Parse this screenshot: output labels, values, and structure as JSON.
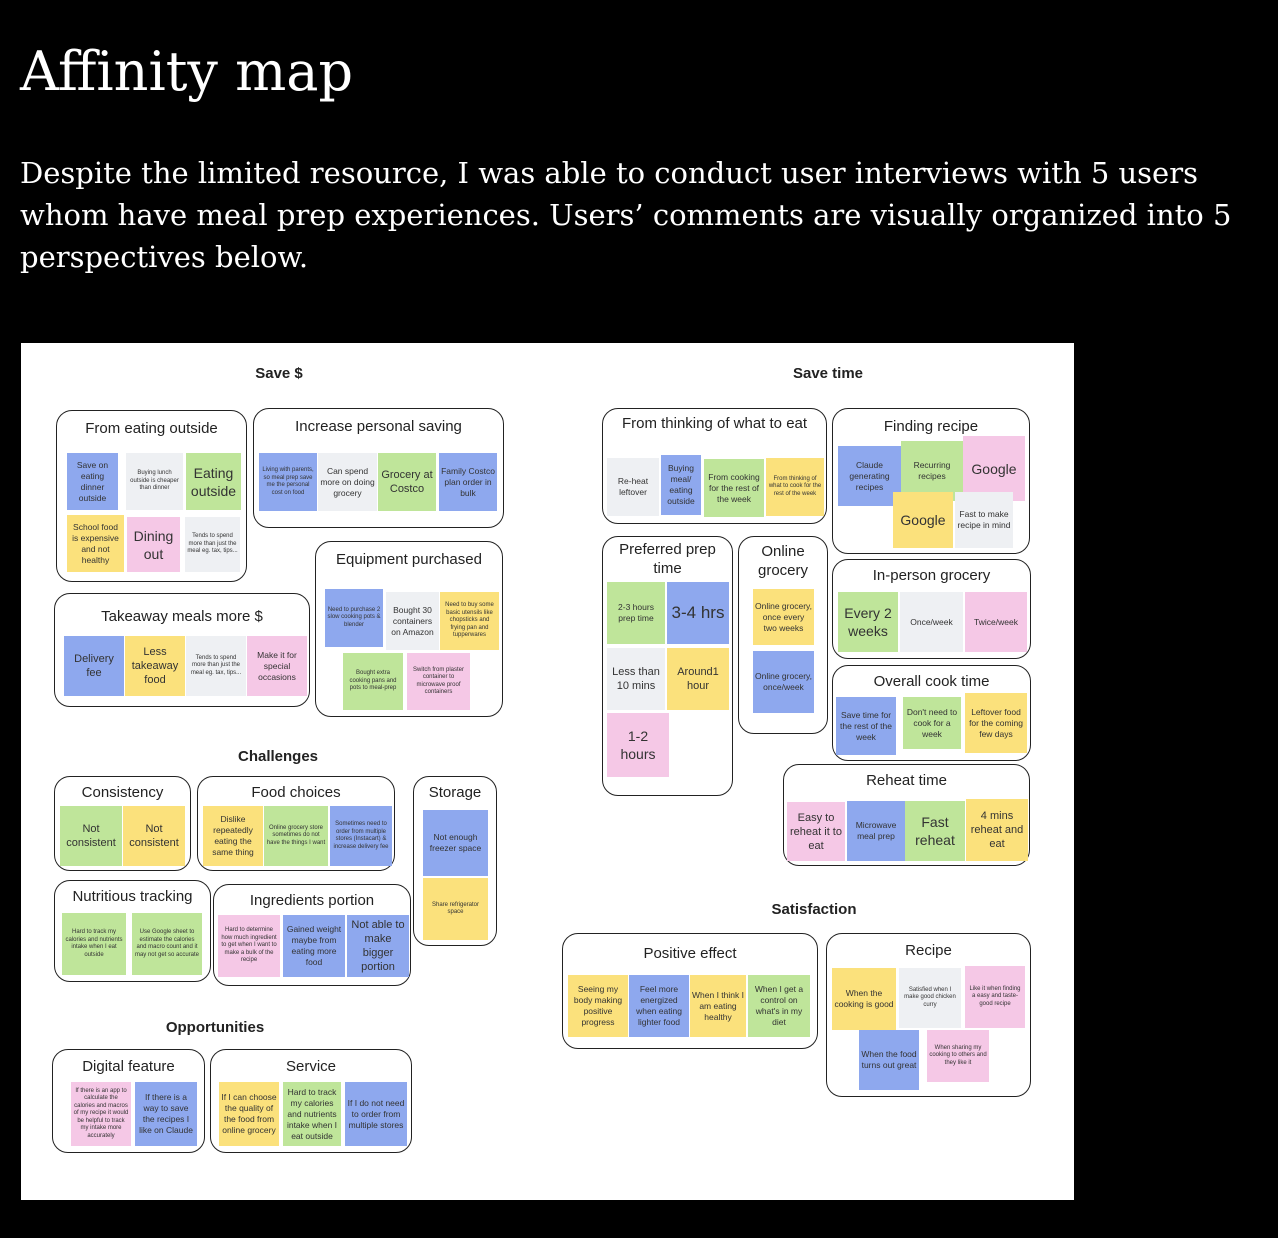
{
  "page": {
    "title": "Affinity map",
    "intro": "Despite the limited resource, I was able to conduct user interviews with 5 users whom have meal prep experiences. Users’ comments are visually organized into 5 perspectives below."
  },
  "sections": {
    "save_money": "Save $",
    "save_time": "Save time",
    "challenges": "Challenges",
    "opportunities": "Opportunities",
    "satisfaction": "Satisfaction"
  },
  "groups": {
    "eating_outside": {
      "title": "From eating outside",
      "notes": [
        "Save on eating dinner outside",
        "Buying lunch outside is cheaper than dinner",
        "Eating outside",
        "School food is expensive and not healthy",
        "Dining out",
        "Tends to spend more than just the meal eg. tax, tips..."
      ]
    },
    "personal_saving": {
      "title": "Increase personal saving",
      "notes": [
        "Living with parents, so meal prep save me the personal cost on food",
        "Can spend more on doing grocery",
        "Grocery at Costco",
        "Family Costco plan order in bulk"
      ]
    },
    "takeaway": {
      "title": "Takeaway meals more $",
      "notes": [
        "Delivery fee",
        "Less takeaway food",
        "Tends to spend more than just the meal eg. tax, tips...",
        "Make it for special occasions"
      ]
    },
    "equipment": {
      "title": "Equipment purchased",
      "notes": [
        "Need to purchase 2 slow cooking pots & blender",
        "Bought 30 containers on Amazon",
        "Need to buy some basic utensils like chopsticks and frying pan and tupperwares",
        "Bought extra cooking pans and pots to meal-prep",
        "Switch from plaster container to microwave proof containers"
      ]
    },
    "thinking": {
      "title": "From thinking of what to eat",
      "notes": [
        "Re-heat leftover",
        "Buying meal/ eating outside",
        "From cooking for the rest of the week",
        "From thinking of what to cook for the rest of the week"
      ]
    },
    "finding_recipe": {
      "title": "Finding recipe",
      "notes": [
        "Claude generating recipes",
        "Recurring recipes",
        "Google",
        "Google",
        "Fast to make recipe in mind"
      ]
    },
    "prep_time": {
      "title": "Preferred prep time",
      "notes": [
        "2-3 hours prep time",
        "3-4 hrs",
        "Less than 10 mins",
        "Around1 hour",
        "1-2 hours"
      ]
    },
    "online_grocery": {
      "title": "Online grocery",
      "notes": [
        "Online grocery, once every two weeks",
        "Online grocery, once/week"
      ]
    },
    "inperson_grocery": {
      "title": "In-person grocery",
      "notes": [
        "Every 2 weeks",
        "Once/week",
        "Twice/week"
      ]
    },
    "cook_time": {
      "title": "Overall cook time",
      "notes": [
        "Save time for the rest of the week",
        "Don't need to cook for a week",
        "Leftover food for the coming few days"
      ]
    },
    "reheat_time": {
      "title": "Reheat time",
      "notes": [
        "Easy to reheat it to eat",
        "Microwave meal prep",
        "Fast reheat",
        "4 mins reheat and eat"
      ]
    },
    "consistency": {
      "title": "Consistency",
      "notes": [
        "Not consistent",
        "Not consistent"
      ]
    },
    "food_choices": {
      "title": "Food choices",
      "notes": [
        "Dislike repeatedly eating the same thing",
        "Online grocery store sometimes do not have the things I want",
        "Sometimes need to order from multiple stores (Instacart) & increase delivery fee"
      ]
    },
    "storage": {
      "title": "Storage",
      "notes": [
        "Not enough freezer space",
        "Share refrigerator space"
      ]
    },
    "nutritious": {
      "title": "Nutritious tracking",
      "notes": [
        "Hard to track my calories and nutrients intake when I eat outside",
        "Use Google sheet to estimate the calories and macro count and it may not get so accurate"
      ]
    },
    "ingredients": {
      "title": "Ingredients portion",
      "notes": [
        "Hard to determine how much ingredient to get when I want to make a bulk of the recipe",
        "Gained weight maybe from eating more food",
        "Not able to make bigger portion"
      ]
    },
    "digital": {
      "title": "Digital feature",
      "notes": [
        "If there is an app to calculate the calories and macros of my recipe it would be helpful to track my intake more accurately",
        "If there is a way to save the recipes I like on Claude"
      ]
    },
    "service": {
      "title": "Service",
      "notes": [
        "If I can choose the quality of the food from online grocery",
        "Hard to track my calories and nutrients intake when I eat outside",
        "If I do not need to order from multiple stores"
      ]
    },
    "positive": {
      "title": "Positive effect",
      "notes": [
        "Seeing my body making positive progress",
        "Feel more energized when eating lighter food",
        "When I think I am eating healthy",
        "When I get a control on what's in my diet"
      ]
    },
    "recipe": {
      "title": "Recipe",
      "notes": [
        "When the cooking is good",
        "Satisfied when I make good chicken curry",
        "Like it when finding a easy and taste-good recipe",
        "When the food turns out great",
        "When sharing my cooking to others and they like it"
      ]
    }
  }
}
